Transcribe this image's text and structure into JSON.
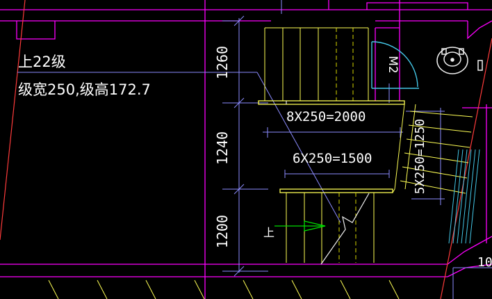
{
  "colors": {
    "background": "#000000",
    "wall": "#ff00ff",
    "dimension": "#8c8cff",
    "stair": "#ffff55",
    "stair_hidden": "#d8d800",
    "text": "#ffffff",
    "arrow": "#00dd00",
    "red_line": "#ff3b3b",
    "door": "#44c8e8",
    "white_line": "#f0f0f0"
  },
  "notes": {
    "line1": "上22级",
    "line2": "级宽250,级高172.7"
  },
  "dimensions": {
    "upper_flight_height": "1260",
    "landing_height": "1240",
    "lower_flight_height": "1200",
    "upper_run": "8X250=2000",
    "middle_run": "6X250=1500",
    "side_run": "5X250=1250",
    "corner_value": "10"
  },
  "labels": {
    "door_tag": "M2",
    "up_label": "上"
  },
  "icons": {
    "toilet": "squat-toilet-icon",
    "arrow": "up-arrow-icon",
    "break": "break-line-icon"
  }
}
